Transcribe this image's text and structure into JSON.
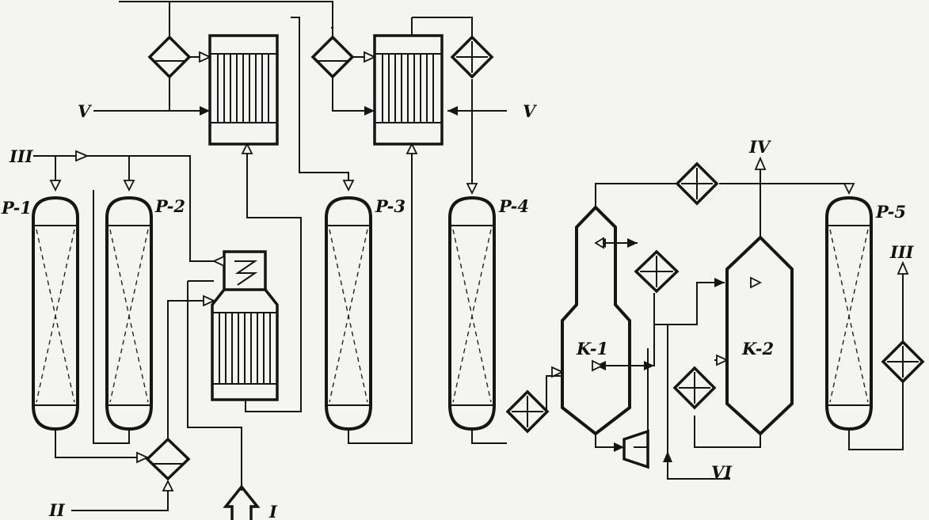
{
  "labels": {
    "r1": "P-1",
    "r2": "P-2",
    "r3": "P-3",
    "r4": "P-4",
    "r5": "P-5",
    "k1": "K-1",
    "k2": "K-2",
    "s1": "I",
    "s2": "II",
    "s3": "III",
    "s4": "IV",
    "s5": "V",
    "s6": "V",
    "s7": "VI",
    "s8": "III"
  }
}
